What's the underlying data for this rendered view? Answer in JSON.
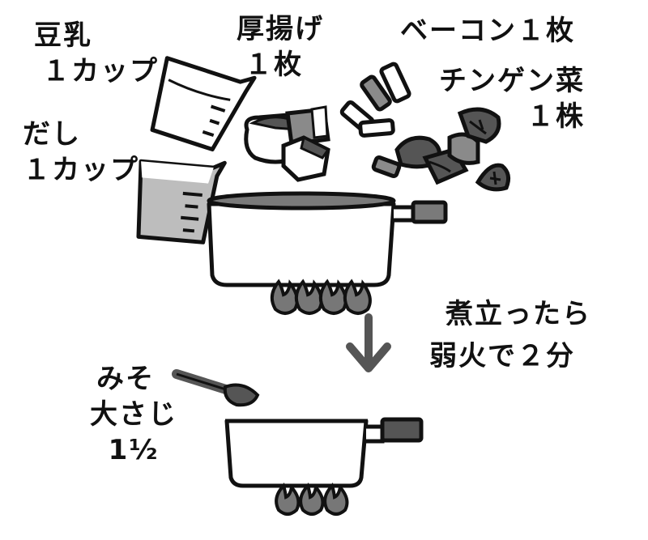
{
  "ingredients": {
    "soy_milk": {
      "name": "豆乳",
      "amount": "１カップ"
    },
    "dashi": {
      "name": "だし",
      "amount": "１カップ"
    },
    "atsuage": {
      "name": "厚揚げ",
      "amount": "１枚"
    },
    "bacon": {
      "name": "ベーコン１枚"
    },
    "chingensai": {
      "name": "チンゲン菜",
      "amount": "１株"
    },
    "miso": {
      "name": "みそ",
      "amount": "大さじ",
      "quantity": "1½"
    }
  },
  "steps": {
    "simmer_line1": "煮立ったら",
    "simmer_line2": "弱火で２分"
  },
  "colors": {
    "outline": "#111111",
    "pot_fill": "#ffffff",
    "pot_inside": "#7a7a7a",
    "dark_gray": "#555555",
    "mid_gray": "#8a8a8a",
    "light_gray": "#bdbdbd",
    "arrow": "#555555",
    "flame": "#777777"
  },
  "icons": [
    "measuring-cup-icon",
    "pot-icon",
    "gas-flame-icon",
    "down-arrow-icon",
    "measuring-spoon-icon"
  ]
}
